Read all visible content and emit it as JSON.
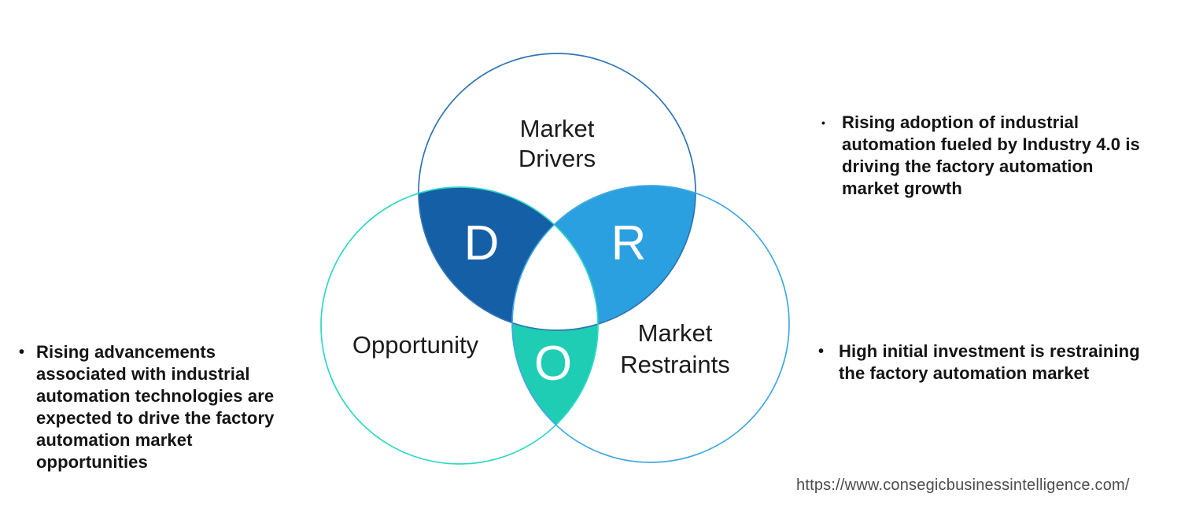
{
  "venn": {
    "circles": {
      "drivers": {
        "label_lines": [
          "Market",
          "Drivers"
        ],
        "stroke": "#2e74b5"
      },
      "opportunity": {
        "label": "Opportunity",
        "stroke": "#2dd8c4"
      },
      "restraints": {
        "label_lines": [
          "Market",
          "Restraints"
        ],
        "stroke": "#3fa9e1"
      }
    },
    "overlaps": {
      "d": {
        "letter": "D",
        "fill": "#155fa6"
      },
      "r": {
        "letter": "R",
        "fill": "#2ba0e0"
      },
      "o": {
        "letter": "O",
        "fill": "#1ecdb4"
      },
      "center_fill": "#ffffff"
    }
  },
  "notes": {
    "marker": "•",
    "left": {
      "lines": [
        "Rising advancements",
        "associated with industrial",
        "automation technologies are",
        "expected to drive the factory",
        "automation market",
        "opportunities"
      ]
    },
    "top_right": {
      "lines": [
        "Rising adoption of industrial",
        "automation fueled by Industry 4.0 is",
        "driving the factory automation",
        "market growth"
      ]
    },
    "bottom_right": {
      "lines": [
        "High initial investment is restraining",
        "the factory automation market"
      ]
    }
  },
  "footer": {
    "url": "https://www.consegicbusinessintelligence.com/"
  }
}
